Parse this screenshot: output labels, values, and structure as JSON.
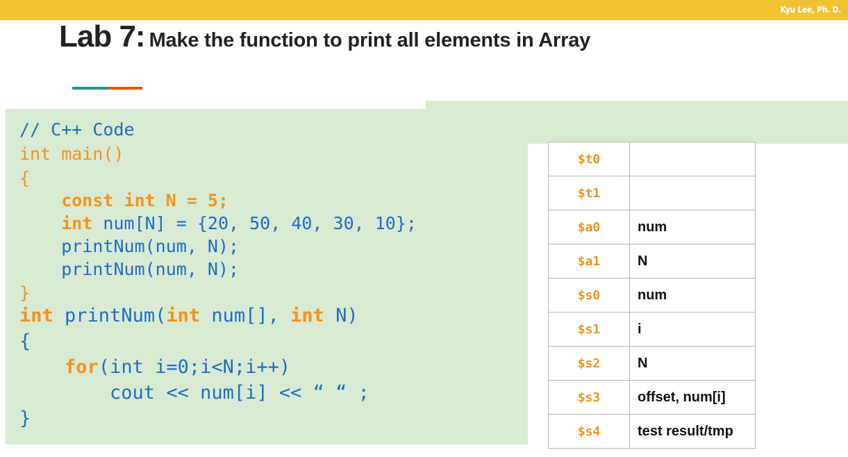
{
  "header": {
    "author": "Kyu Lee, Ph. D.",
    "title_main": "Lab 7:",
    "title_sub": "Make the function to print all elements in Array"
  },
  "colors": {
    "top_bar": "#f0c232",
    "accent_teal": "#1f968a",
    "accent_orange": "#e2590c",
    "code_background": "#d9ead3",
    "code_text": "#1c6ec4",
    "keyword": "#f3931b"
  },
  "code": {
    "comment": "// C++ Code",
    "main_sig": "int main()",
    "open_brace_1": "{",
    "const_line": "    const int N = 5;",
    "array_kw": "    int",
    "array_rest": " num[N] = {20, 50, 40, 30, 10};",
    "call_1": "    printNum(num, N);",
    "call_2": "    printNum(num, N);",
    "close_brace_1": "}",
    "func_kw1": "int",
    "func_name": " printNum(",
    "func_kw2": "int",
    "func_mid": " num[], ",
    "func_kw3": "int",
    "func_end": " N)",
    "open_brace_2": "{",
    "for_indent": "    ",
    "for_kw": "for",
    "for_rest": "(int i=0;i<N;i++)",
    "cout_line": "        cout << num[i] << “ “ ;",
    "close_brace_2": "}"
  },
  "registers": [
    {
      "reg": "$t0",
      "use": ""
    },
    {
      "reg": "$t1",
      "use": ""
    },
    {
      "reg": "$a0",
      "use": "num"
    },
    {
      "reg": "$a1",
      "use": "N"
    },
    {
      "reg": "$s0",
      "use": "num"
    },
    {
      "reg": "$s1",
      "use": "i"
    },
    {
      "reg": "$s2",
      "use": "N"
    },
    {
      "reg": "$s3",
      "use": "offset, num[i]"
    },
    {
      "reg": "$s4",
      "use": "test result/tmp"
    }
  ]
}
